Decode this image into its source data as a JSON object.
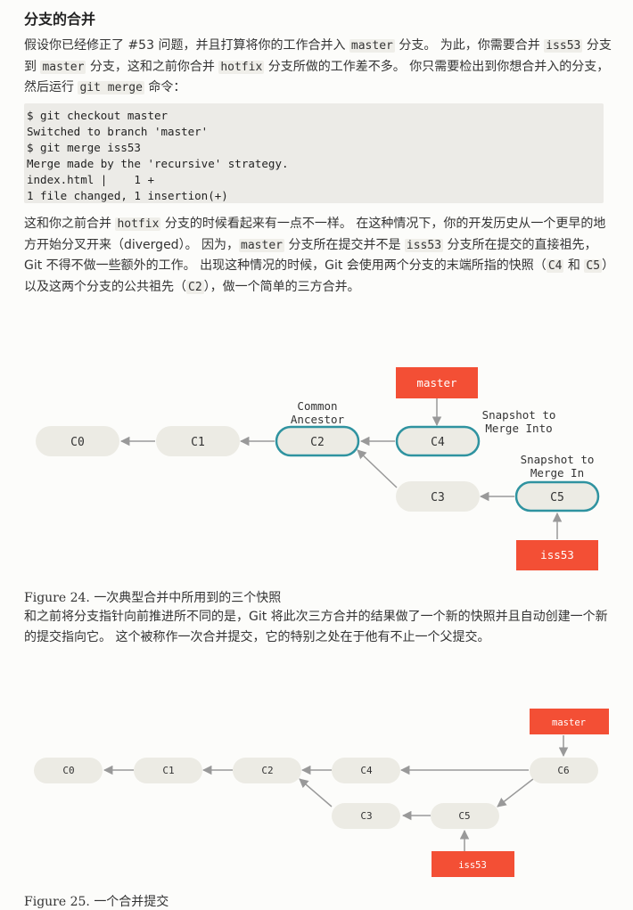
{
  "section": {
    "title": "分支的合并"
  },
  "para1": {
    "t1": "假设你已经修正了 #53 问题，并且打算将你的工作合并入 ",
    "c1": "master",
    "t2": " 分支。 为此，你需要合并 ",
    "c2": "iss53",
    "t3": " 分支到 ",
    "c3": "master",
    "t4": " 分支，这和之前你合并 ",
    "c4": "hotfix",
    "t5": " 分支所做的工作差不多。 你只需要检出到你想合并入的分支，然后运行 ",
    "c5": "git merge",
    "t6": " 命令："
  },
  "code_lines": [
    "$ git checkout master",
    "Switched to branch 'master'",
    "$ git merge iss53",
    "Merge made by the 'recursive' strategy.",
    "index.html |    1 +",
    "1 file changed, 1 insertion(+)"
  ],
  "para2": {
    "t1": "这和你之前合并 ",
    "c1": "hotfix",
    "t2": " 分支的时候看起来有一点不一样。 在这种情况下，你的开发历史从一个更早的地方开始分叉开来（diverged）。 因为，",
    "c2": "master",
    "t3": " 分支所在提交并不是 ",
    "c3": "iss53",
    "t4": " 分支所在提交的直接祖先，Git 不得不做一些额外的工作。 出现这种情况的时候，Git 会使用两个分支的末端所指的快照（",
    "c4": "C4",
    "t5": " 和 ",
    "c5": "C5",
    "t6": "）以及这两个分支的公共祖先（",
    "c6": "C2",
    "t7": "），做一个简单的三方合并。"
  },
  "figure1": {
    "nodes": [
      "C0",
      "C1",
      "C2",
      "C4",
      "C3",
      "C5"
    ],
    "branch_master": "master",
    "branch_iss53": "iss53",
    "ann_common_1": "Common",
    "ann_common_2": "Ancestor",
    "ann_into_1": "Snapshot to",
    "ann_into_2": "Merge Into",
    "ann_in_1": "Snapshot to",
    "ann_in_2": "Merge In",
    "caption": "Figure 24. 一次典型合并中所用到的三个快照"
  },
  "para3": "和之前将分支指针向前推进所不同的是，Git 将此次三方合并的结果做了一个新的快照并且自动创建一个新的提交指向它。 这个被称作一次合并提交，它的特别之处在于他有不止一个父提交。",
  "figure2": {
    "nodes": [
      "C0",
      "C1",
      "C2",
      "C4",
      "C6",
      "C3",
      "C5"
    ],
    "branch_master": "master",
    "branch_iss53": "iss53",
    "caption": "Figure 25. 一个合并提交"
  },
  "colors": {
    "node_fill": "#ecebe4",
    "highlight": "#2f93a0",
    "branch": "#f34f35",
    "arrow": "#999999"
  }
}
